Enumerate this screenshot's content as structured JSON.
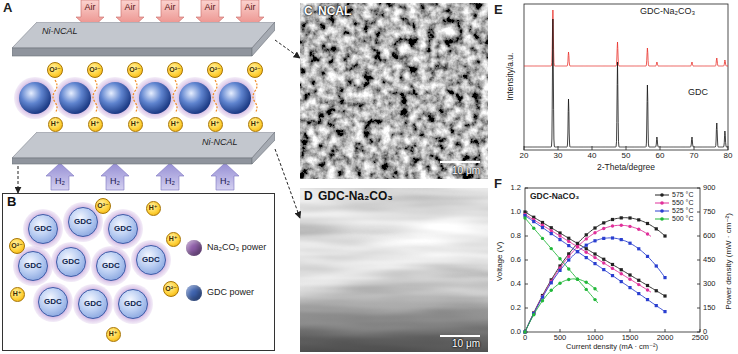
{
  "diagram": {
    "nodes": [
      {
        "text": [
          "Ni-NCAL"
        ]
      },
      {
        "text": [
          "O²⁻"
        ]
      },
      {
        "text": [
          "O²⁻"
        ]
      },
      {
        "text": [
          "O²⁻"
        ]
      },
      {
        "text": [
          "O²⁻"
        ]
      },
      {
        "text": [
          "O²⁻"
        ]
      },
      {
        "text": [
          "O²⁻"
        ]
      },
      {
        "text": [
          "H⁺"
        ]
      },
      {
        "text": [
          "H⁺"
        ]
      },
      {
        "text": [
          "H⁺"
        ]
      },
      {
        "text": [
          "H⁺"
        ]
      },
      {
        "text": [
          "H⁺"
        ]
      },
      {
        "text": [
          "H⁺"
        ]
      },
      {
        "text": [
          "Ni-NCAL"
        ]
      },
      {
        "text": [
          "C",
          "NCAL",
          "10 μm"
        ]
      },
      {
        "text": [
          "B"
        ]
      },
      {
        "text": [
          "GDC"
        ],
        "in": 15
      },
      {
        "text": [
          "GDC"
        ],
        "in": 15
      },
      {
        "text": [
          "GDC"
        ],
        "in": 15
      },
      {
        "text": [
          "GDC"
        ],
        "in": 15
      },
      {
        "text": [
          "GDC"
        ],
        "in": 15
      },
      {
        "text": [
          "GDC"
        ],
        "in": 15
      },
      {
        "text": [
          "GDC"
        ],
        "in": 15
      },
      {
        "text": [
          "GDC"
        ],
        "in": 15
      },
      {
        "text": [
          "GDC"
        ],
        "in": 15
      },
      {
        "text": [
          "GDC"
        ],
        "in": 15
      },
      {
        "text": [
          "O²⁻"
        ],
        "in": 15
      },
      {
        "text": [
          "O²⁻"
        ],
        "in": 15
      },
      {
        "text": [
          "O²⁻"
        ],
        "in": 15
      },
      {
        "text": [
          "H⁺"
        ],
        "in": 15
      },
      {
        "text": [
          "H⁺"
        ],
        "in": 15
      },
      {
        "text": [
          "H⁺"
        ],
        "in": 15
      },
      {
        "text": [
          "H⁺"
        ],
        "in": 15
      },
      {
        "text": [
          "D",
          "GDC-Na₂CO₃",
          "10 μm"
        ]
      }
    ],
    "edges": [
      {
        "from": 0,
        "to": 14,
        "arrow": "to"
      },
      {
        "from": 13,
        "to": 15,
        "arrow": "to"
      },
      {
        "from": 13,
        "to": 33,
        "arrow": "to"
      }
    ],
    "labels": [
      "A",
      "Air",
      "Air",
      "Air",
      "Air",
      "Air",
      "H₂",
      "H₂",
      "H₂",
      "H₂",
      "E",
      "GDC-Na₂CO₃",
      "GDC",
      "20",
      "30",
      "40",
      "50",
      "60",
      "70",
      "80",
      "2-Theta/degree",
      "Intensity/a.u.",
      "F",
      "GDC-NaCO₃",
      "0.0",
      "0.2",
      "0.4",
      "0.6",
      "0.8",
      "1.0",
      "1.2",
      "0",
      "150",
      "300",
      "450",
      "600",
      "750",
      "900",
      "0",
      "500",
      "1000",
      "1500",
      "2000",
      "2500",
      "Voltage (V)",
      "Power density (mW · cm⁻²)",
      "Current density (mA · cm⁻²)"
    ],
    "legend": [
      {
        "text": "Na₂CO₃ power",
        "color": "#8e5ea8"
      },
      {
        "text": "GDC power",
        "color": "#3f64b0"
      },
      {
        "text": "575 °C"
      },
      {
        "text": "550 °C"
      },
      {
        "text": "525 °C"
      },
      {
        "text": "500 °C"
      }
    ]
  }
}
